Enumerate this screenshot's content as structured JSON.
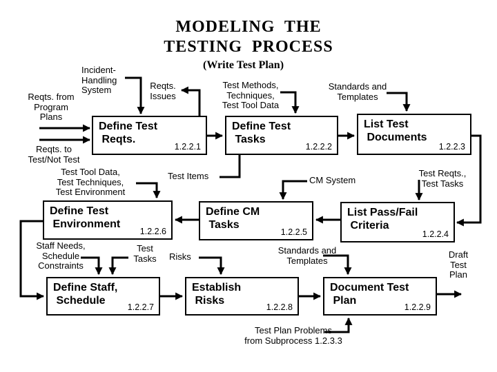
{
  "title": {
    "line1": "MODELING  THE",
    "line2": "TESTING  PROCESS",
    "subtitle": "(Write Test Plan)"
  },
  "boxes": {
    "define_test_reqts": {
      "label": "Define Test\n Reqts.",
      "number": "1.2.2.1"
    },
    "define_test_tasks": {
      "label": "Define Test\n Tasks",
      "number": "1.2.2.2"
    },
    "list_test_documents": {
      "label": "List Test\n Documents",
      "number": "1.2.2.3"
    },
    "list_pass_fail_criteria": {
      "label": "List Pass/Fail\n Criteria",
      "number": "1.2.2.4"
    },
    "define_cm_tasks": {
      "label": "Define CM\n Tasks",
      "number": "1.2.2.5"
    },
    "define_test_environment": {
      "label": "Define Test\n Environment",
      "number": "1.2.2.6"
    },
    "define_staff_schedule": {
      "label": "Define Staff,\n Schedule",
      "number": "1.2.2.7"
    },
    "establish_risks": {
      "label": "Establish\n Risks",
      "number": "1.2.2.8"
    },
    "document_test_plan": {
      "label": "Document Test\n Plan",
      "number": "1.2.2.9"
    }
  },
  "flow_labels": {
    "incident_handling": "Incident-\nHandling\nSystem",
    "reqts_from_plans": "Reqts. from\nProgram\nPlans",
    "reqts_to_test": "Reqts. to\nTest/Not Test",
    "reqts_issues": "Reqts.\nIssues",
    "test_methods": "Test Methods,\nTechniques,\nTest Tool Data",
    "standards_top": "Standards and\nTemplates",
    "test_tool_data": "Test Tool Data,\nTest Techniques,\nTest Environment",
    "test_items": "Test Items",
    "cm_system": "CM System",
    "test_reqts_tasks": "Test Reqts.,\nTest Tasks",
    "staff_needs": "Staff Needs,\nSchedule\nConstraints",
    "test_tasks": "Test\nTasks",
    "risks": "Risks",
    "standards_bottom": "Standards and\nTemplates",
    "draft_test_plan": "Draft\nTest\nPlan",
    "test_plan_problems": "Test Plan Problems\nfrom Subprocess 1.2.3.3"
  },
  "colors": {
    "line": "#000000",
    "text": "#000000",
    "background": "#ffffff"
  }
}
